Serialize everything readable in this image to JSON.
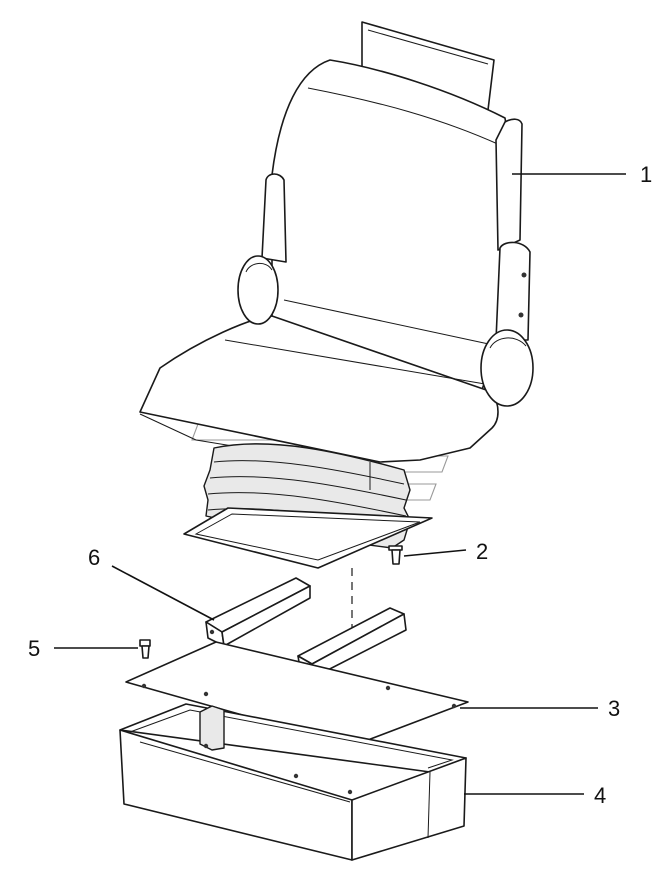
{
  "callouts": [
    {
      "id": "c1",
      "label": "1"
    },
    {
      "id": "c2",
      "label": "2"
    },
    {
      "id": "c3",
      "label": "3"
    },
    {
      "id": "c4",
      "label": "4"
    },
    {
      "id": "c5",
      "label": "5"
    },
    {
      "id": "c6",
      "label": "6"
    }
  ],
  "colors": {
    "line": "#1a1a1a",
    "shade": "#e9e9e9",
    "watermark": "#9a9a9a"
  }
}
